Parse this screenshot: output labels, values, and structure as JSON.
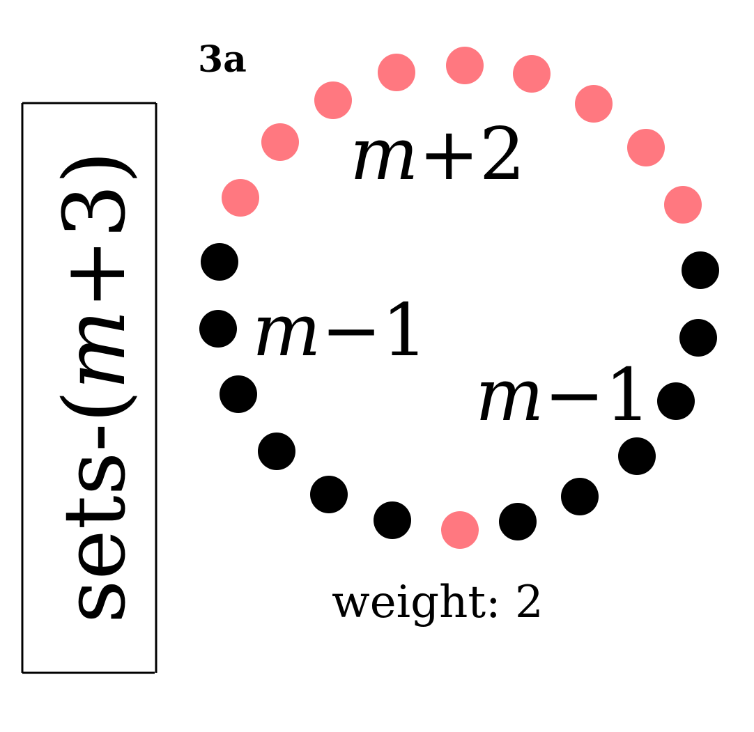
{
  "panel_label": "3a",
  "side_label": {
    "prefix": "sets-(",
    "variable": "m",
    "suffix": "+3)"
  },
  "arcs": [
    {
      "variable": "m",
      "op": "+2",
      "color": "#ff7880"
    },
    {
      "variable": "m",
      "op": "−1",
      "color": "#000000"
    },
    {
      "variable": "m",
      "op": "−1",
      "color": "#000000"
    }
  ],
  "colors": {
    "pink": "#ff7880",
    "black": "#000000"
  },
  "weight_text": "weight: 2"
}
